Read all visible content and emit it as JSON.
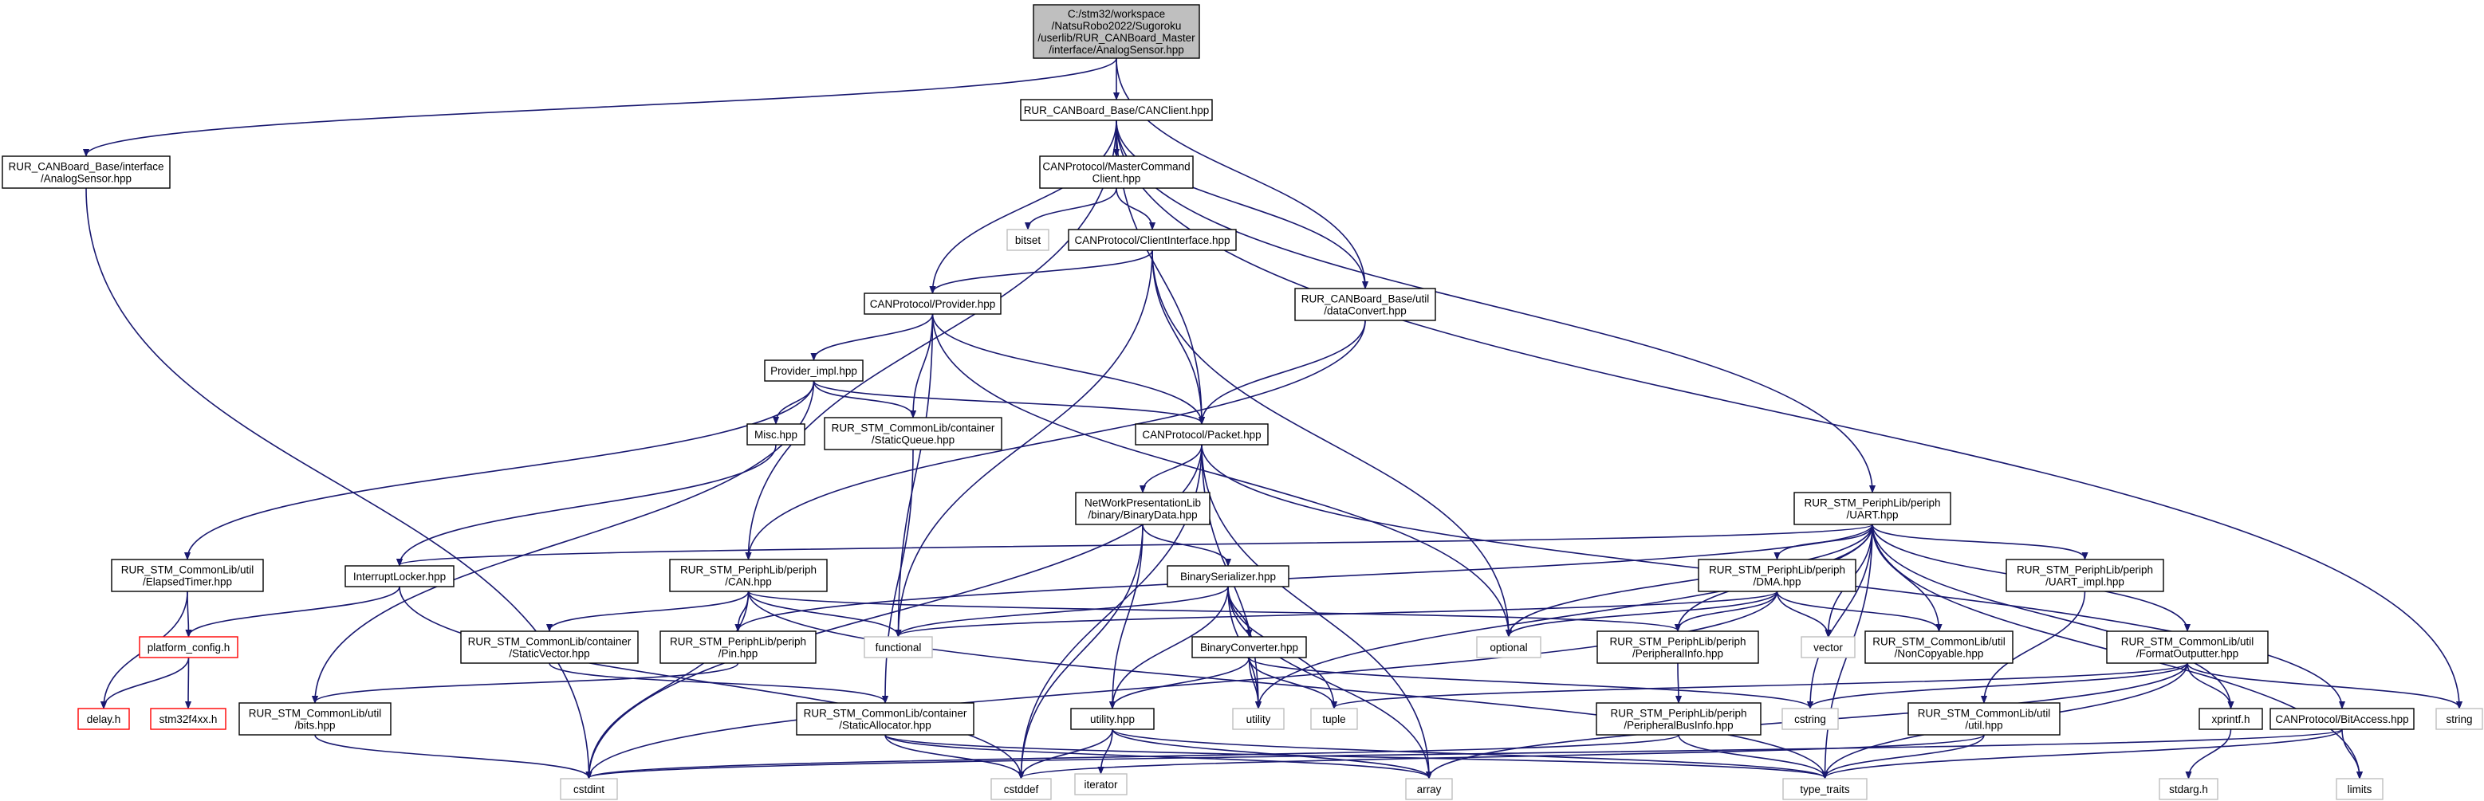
{
  "graph": {
    "colors": {
      "edge": "#191970",
      "node_border": "#000000",
      "root_fill": "#bfbfbf",
      "node_fill": "#ffffff",
      "missing_border": "#ff0000",
      "external_border": "#bfbfbf"
    },
    "nodes": [
      {
        "id": "root",
        "kind": "root",
        "lines": [
          "C:/stm32/workspace",
          "/NatsuRobo2022/Sugoroku",
          "/userlib/RUR_CANBoard_Master",
          "/interface/AnalogSensor.hpp"
        ]
      },
      {
        "id": "canclient",
        "kind": "normal",
        "lines": [
          "RUR_CANBoard_Base/CANClient.hpp"
        ]
      },
      {
        "id": "analogsensor-base",
        "kind": "normal",
        "lines": [
          "RUR_CANBoard_Base/interface",
          "/AnalogSensor.hpp"
        ]
      },
      {
        "id": "mastercommand",
        "kind": "normal",
        "lines": [
          "CANProtocol/MasterCommand",
          "Client.hpp"
        ]
      },
      {
        "id": "bitset",
        "kind": "external",
        "lines": [
          "bitset"
        ]
      },
      {
        "id": "clientinterface",
        "kind": "normal",
        "lines": [
          "CANProtocol/ClientInterface.hpp"
        ]
      },
      {
        "id": "provider",
        "kind": "normal",
        "lines": [
          "CANProtocol/Provider.hpp"
        ]
      },
      {
        "id": "dataconvert",
        "kind": "normal",
        "lines": [
          "RUR_CANBoard_Base/util",
          "/dataConvert.hpp"
        ]
      },
      {
        "id": "provider-impl",
        "kind": "normal",
        "lines": [
          "Provider_impl.hpp"
        ]
      },
      {
        "id": "misc",
        "kind": "normal",
        "lines": [
          "Misc.hpp"
        ]
      },
      {
        "id": "staticqueue",
        "kind": "normal",
        "lines": [
          "RUR_STM_CommonLib/container",
          "/StaticQueue.hpp"
        ]
      },
      {
        "id": "packet",
        "kind": "normal",
        "lines": [
          "CANProtocol/Packet.hpp"
        ]
      },
      {
        "id": "binarydata",
        "kind": "normal",
        "lines": [
          "NetWorkPresentationLib",
          "/binary/BinaryData.hpp"
        ]
      },
      {
        "id": "uart",
        "kind": "normal",
        "lines": [
          "RUR_STM_PeriphLib/periph",
          "/UART.hpp"
        ]
      },
      {
        "id": "elapsedtimer",
        "kind": "normal",
        "lines": [
          "RUR_STM_CommonLib/util",
          "/ElapsedTimer.hpp"
        ]
      },
      {
        "id": "interruptlocker",
        "kind": "normal",
        "lines": [
          "InterruptLocker.hpp"
        ]
      },
      {
        "id": "can",
        "kind": "normal",
        "lines": [
          "RUR_STM_PeriphLib/periph",
          "/CAN.hpp"
        ]
      },
      {
        "id": "binaryserializer",
        "kind": "normal",
        "lines": [
          "BinarySerializer.hpp"
        ]
      },
      {
        "id": "dma",
        "kind": "normal",
        "lines": [
          "RUR_STM_PeriphLib/periph",
          "/DMA.hpp"
        ]
      },
      {
        "id": "uart-impl",
        "kind": "normal",
        "lines": [
          "RUR_STM_PeriphLib/periph",
          "/UART_impl.hpp"
        ]
      },
      {
        "id": "platform-config",
        "kind": "missing",
        "lines": [
          "platform_config.h"
        ]
      },
      {
        "id": "staticvector",
        "kind": "normal",
        "lines": [
          "RUR_STM_CommonLib/container",
          "/StaticVector.hpp"
        ]
      },
      {
        "id": "pin",
        "kind": "normal",
        "lines": [
          "RUR_STM_PeriphLib/periph",
          "/Pin.hpp"
        ]
      },
      {
        "id": "functional",
        "kind": "external",
        "lines": [
          "functional"
        ]
      },
      {
        "id": "binaryconverter",
        "kind": "normal",
        "lines": [
          "BinaryConverter.hpp"
        ]
      },
      {
        "id": "optional",
        "kind": "external",
        "lines": [
          "optional"
        ]
      },
      {
        "id": "peripheralinfo",
        "kind": "normal",
        "lines": [
          "RUR_STM_PeriphLib/periph",
          "/PeripheralInfo.hpp"
        ]
      },
      {
        "id": "vector",
        "kind": "external",
        "lines": [
          "vector"
        ]
      },
      {
        "id": "noncopyable",
        "kind": "normal",
        "lines": [
          "RUR_STM_CommonLib/util",
          "/NonCopyable.hpp"
        ]
      },
      {
        "id": "formatoutputter",
        "kind": "normal",
        "lines": [
          "RUR_STM_CommonLib/util",
          "/FormatOutputter.hpp"
        ]
      },
      {
        "id": "delay",
        "kind": "missing",
        "lines": [
          "delay.h"
        ]
      },
      {
        "id": "stm32f4xx",
        "kind": "missing",
        "lines": [
          "stm32f4xx.h"
        ]
      },
      {
        "id": "bits",
        "kind": "normal",
        "lines": [
          "RUR_STM_CommonLib/util",
          "/bits.hpp"
        ]
      },
      {
        "id": "staticallocator",
        "kind": "normal",
        "lines": [
          "RUR_STM_CommonLib/container",
          "/StaticAllocator.hpp"
        ]
      },
      {
        "id": "utility-hpp",
        "kind": "normal",
        "lines": [
          "utility.hpp"
        ]
      },
      {
        "id": "utility",
        "kind": "external",
        "lines": [
          "utility"
        ]
      },
      {
        "id": "tuple",
        "kind": "external",
        "lines": [
          "tuple"
        ]
      },
      {
        "id": "cstring",
        "kind": "external",
        "lines": [
          "cstring"
        ]
      },
      {
        "id": "peripheralbusinfo",
        "kind": "normal",
        "lines": [
          "RUR_STM_PeriphLib/periph",
          "/PeripheralBusInfo.hpp"
        ]
      },
      {
        "id": "util-hpp",
        "kind": "normal",
        "lines": [
          "RUR_STM_CommonLib/util",
          "/util.hpp"
        ]
      },
      {
        "id": "xprintf",
        "kind": "normal",
        "lines": [
          "xprintf.h"
        ]
      },
      {
        "id": "bitaccess",
        "kind": "normal",
        "lines": [
          "CANProtocol/BitAccess.hpp"
        ]
      },
      {
        "id": "string",
        "kind": "external",
        "lines": [
          "string"
        ]
      },
      {
        "id": "iterator",
        "kind": "external",
        "lines": [
          "iterator"
        ]
      },
      {
        "id": "cstdint",
        "kind": "external",
        "lines": [
          "cstdint"
        ]
      },
      {
        "id": "cstddef",
        "kind": "external",
        "lines": [
          "cstddef"
        ]
      },
      {
        "id": "array",
        "kind": "external",
        "lines": [
          "array"
        ]
      },
      {
        "id": "type-traits",
        "kind": "external",
        "lines": [
          "type_traits"
        ]
      },
      {
        "id": "stdarg",
        "kind": "external",
        "lines": [
          "stdarg.h"
        ]
      },
      {
        "id": "limits",
        "kind": "external",
        "lines": [
          "limits"
        ]
      }
    ],
    "edges": [
      [
        "root",
        "canclient"
      ],
      [
        "root",
        "analogsensor-base"
      ],
      [
        "root",
        "dataconvert"
      ],
      [
        "analogsensor-base",
        "cstdint"
      ],
      [
        "canclient",
        "mastercommand"
      ],
      [
        "canclient",
        "provider"
      ],
      [
        "canclient",
        "dataconvert"
      ],
      [
        "canclient",
        "packet"
      ],
      [
        "canclient",
        "uart"
      ],
      [
        "canclient",
        "can"
      ],
      [
        "canclient",
        "string"
      ],
      [
        "mastercommand",
        "bitset"
      ],
      [
        "mastercommand",
        "clientinterface"
      ],
      [
        "clientinterface",
        "provider"
      ],
      [
        "clientinterface",
        "packet"
      ],
      [
        "clientinterface",
        "functional"
      ],
      [
        "clientinterface",
        "optional"
      ],
      [
        "provider",
        "provider-impl"
      ],
      [
        "provider",
        "staticqueue"
      ],
      [
        "provider",
        "packet"
      ],
      [
        "provider",
        "functional"
      ],
      [
        "provider",
        "optional"
      ],
      [
        "dataconvert",
        "packet"
      ],
      [
        "dataconvert",
        "can"
      ],
      [
        "provider-impl",
        "misc"
      ],
      [
        "provider-impl",
        "staticqueue"
      ],
      [
        "provider-impl",
        "packet"
      ],
      [
        "provider-impl",
        "elapsedtimer"
      ],
      [
        "provider-impl",
        "bits"
      ],
      [
        "misc",
        "interruptlocker"
      ],
      [
        "staticqueue",
        "staticallocator"
      ],
      [
        "packet",
        "binarydata"
      ],
      [
        "packet",
        "cstdint"
      ],
      [
        "packet",
        "cstddef"
      ],
      [
        "packet",
        "array"
      ],
      [
        "packet",
        "utility"
      ],
      [
        "packet",
        "bitaccess"
      ],
      [
        "binarydata",
        "binaryserializer"
      ],
      [
        "binarydata",
        "utility-hpp"
      ],
      [
        "binarydata",
        "cstddef"
      ],
      [
        "uart",
        "dma"
      ],
      [
        "uart",
        "uart-impl"
      ],
      [
        "uart",
        "formatoutputter"
      ],
      [
        "uart",
        "noncopyable"
      ],
      [
        "uart",
        "peripheralinfo"
      ],
      [
        "uart",
        "pin"
      ],
      [
        "uart",
        "interruptlocker"
      ],
      [
        "uart",
        "optional"
      ],
      [
        "uart",
        "vector"
      ],
      [
        "uart",
        "utility"
      ],
      [
        "uart",
        "cstring"
      ],
      [
        "uart",
        "xprintf"
      ],
      [
        "uart",
        "type-traits"
      ],
      [
        "uart",
        "limits"
      ],
      [
        "elapsedtimer",
        "platform-config"
      ],
      [
        "elapsedtimer",
        "delay"
      ],
      [
        "interruptlocker",
        "platform-config"
      ],
      [
        "interruptlocker",
        "cstddef"
      ],
      [
        "can",
        "staticvector"
      ],
      [
        "can",
        "pin"
      ],
      [
        "can",
        "functional"
      ],
      [
        "can",
        "peripheralinfo"
      ],
      [
        "can",
        "cstdint"
      ],
      [
        "can",
        "type-traits"
      ],
      [
        "binaryserializer",
        "binaryconverter"
      ],
      [
        "binaryserializer",
        "functional"
      ],
      [
        "binaryserializer",
        "utility-hpp"
      ],
      [
        "binaryserializer",
        "utility"
      ],
      [
        "binaryserializer",
        "tuple"
      ],
      [
        "binaryserializer",
        "array"
      ],
      [
        "dma",
        "functional"
      ],
      [
        "dma",
        "optional"
      ],
      [
        "dma",
        "peripheralinfo"
      ],
      [
        "dma",
        "noncopyable"
      ],
      [
        "dma",
        "vector"
      ],
      [
        "dma",
        "cstdint"
      ],
      [
        "uart-impl",
        "util-hpp"
      ],
      [
        "platform-config",
        "delay"
      ],
      [
        "platform-config",
        "stm32f4xx"
      ],
      [
        "staticvector",
        "staticallocator"
      ],
      [
        "pin",
        "bits"
      ],
      [
        "binaryconverter",
        "utility-hpp"
      ],
      [
        "binaryconverter",
        "utility"
      ],
      [
        "binaryconverter",
        "tuple"
      ],
      [
        "binaryconverter",
        "cstring"
      ],
      [
        "peripheralinfo",
        "peripheralbusinfo"
      ],
      [
        "formatoutputter",
        "xprintf"
      ],
      [
        "formatoutputter",
        "cstring"
      ],
      [
        "formatoutputter",
        "string"
      ],
      [
        "formatoutputter",
        "type-traits"
      ],
      [
        "formatoutputter",
        "tuple"
      ],
      [
        "formatoutputter",
        "array"
      ],
      [
        "bits",
        "cstdint"
      ],
      [
        "staticallocator",
        "cstddef"
      ],
      [
        "staticallocator",
        "array"
      ],
      [
        "staticallocator",
        "type-traits"
      ],
      [
        "utility-hpp",
        "iterator"
      ],
      [
        "utility-hpp",
        "cstddef"
      ],
      [
        "utility-hpp",
        "array"
      ],
      [
        "utility-hpp",
        "type-traits"
      ],
      [
        "peripheralbusinfo",
        "cstdint"
      ],
      [
        "peripheralbusinfo",
        "type-traits"
      ],
      [
        "util-hpp",
        "type-traits"
      ],
      [
        "util-hpp",
        "cstddef"
      ],
      [
        "xprintf",
        "stdarg"
      ],
      [
        "bitaccess",
        "type-traits"
      ],
      [
        "bitaccess",
        "limits"
      ],
      [
        "bitaccess",
        "cstdint"
      ]
    ]
  }
}
